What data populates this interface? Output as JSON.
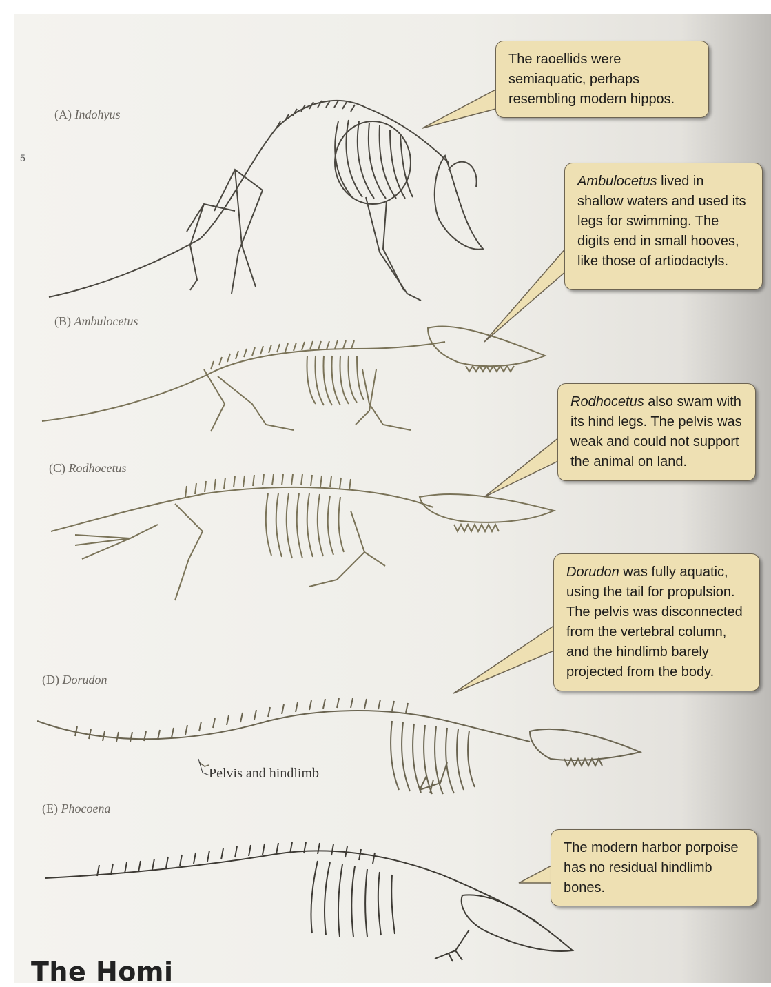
{
  "page_number": "5",
  "figure": {
    "labels": [
      {
        "letter": "(A)",
        "name": "Indohyus"
      },
      {
        "letter": "(B)",
        "name": "Ambulocetus"
      },
      {
        "letter": "(C)",
        "name": "Rodhocetus"
      },
      {
        "letter": "(D)",
        "name": "Dorudon"
      },
      {
        "letter": "(E)",
        "name": "Phocoena"
      }
    ],
    "annotation": "Pelvis and hindlimb"
  },
  "callouts": [
    {
      "lead": "",
      "text": "The raoellids were semiaquatic, perhaps resembling modern hippos."
    },
    {
      "lead": "Ambulocetus",
      "text": " lived in shallow waters and used its legs for swimming. The digits end in small hooves, like those of artiodactyls."
    },
    {
      "lead": "Rodhocetus",
      "text": " also swam with its hind legs. The pelvis was weak and could not support the animal on land."
    },
    {
      "lead": "Dorudon",
      "text": " was fully aquatic, using the tail for propulsion. The pelvis was disconnected from the vertebral column, and the hindlimb barely projected from the body."
    },
    {
      "lead": "",
      "text": "The modern harbor porpoise has no residual hindlimb bones."
    }
  ],
  "section_heading": "The Homi"
}
